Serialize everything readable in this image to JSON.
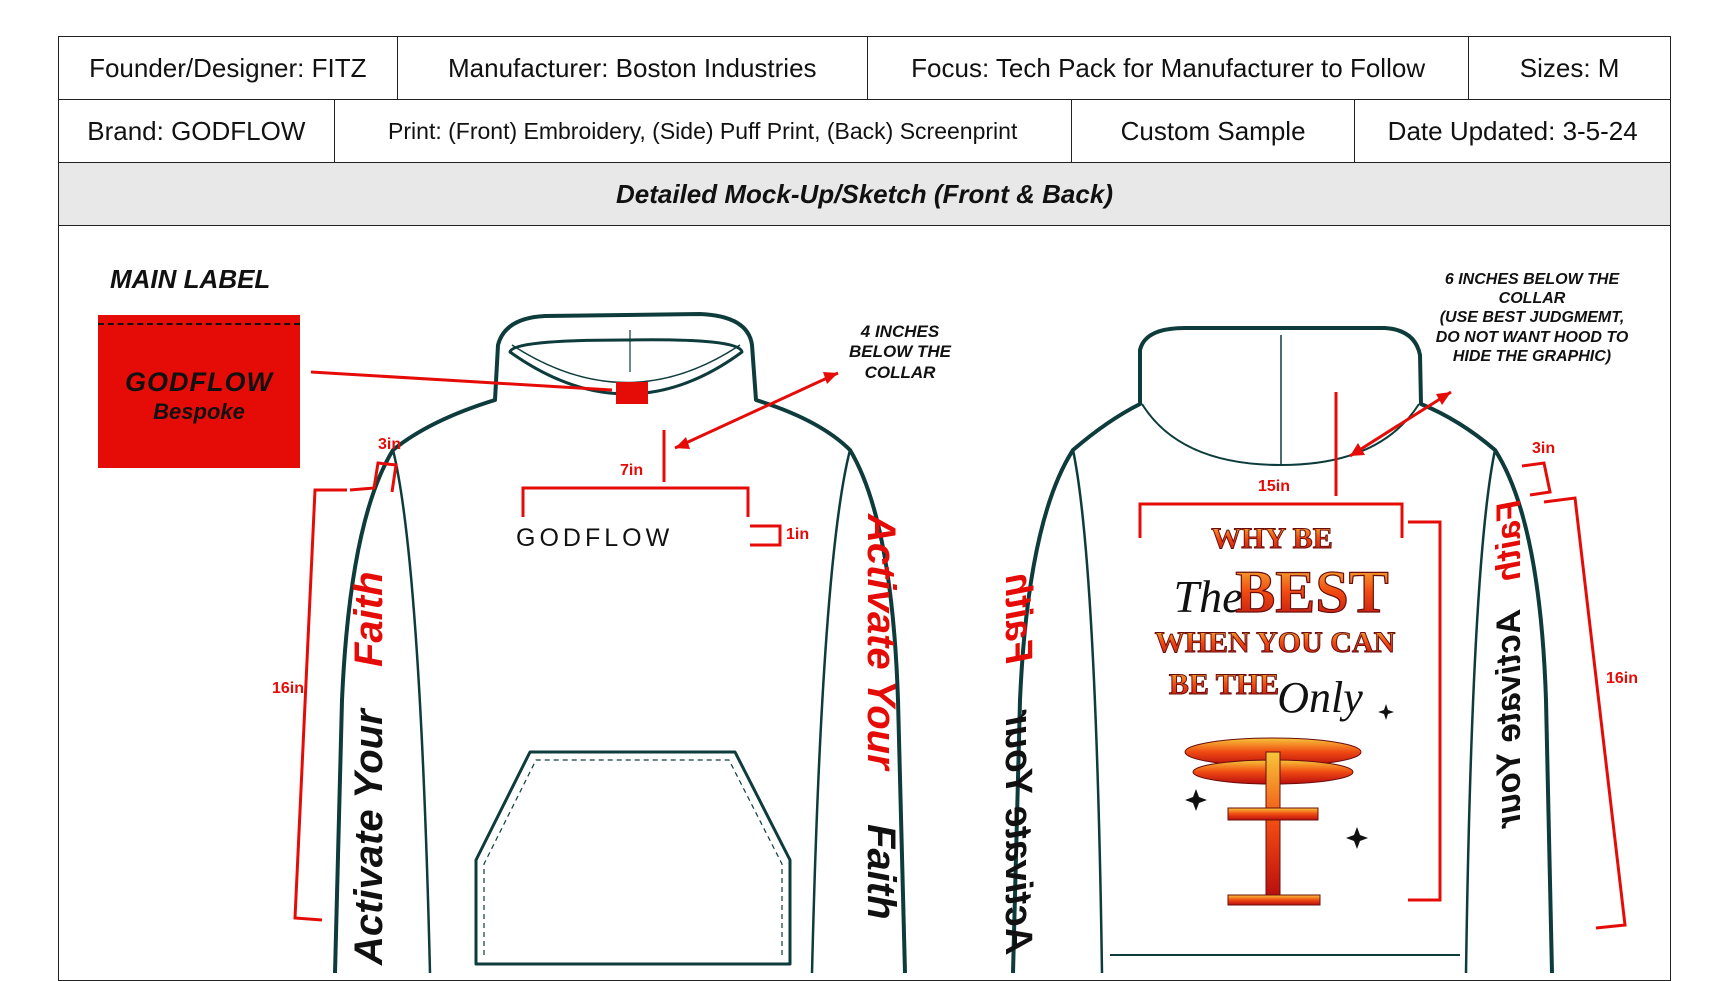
{
  "header": {
    "row1": [
      {
        "label": "Founder/Designer: FITZ"
      },
      {
        "label": "Manufacturer: Boston Industries"
      },
      {
        "label": "Focus: Tech Pack for Manufacturer to Follow"
      },
      {
        "label": "Sizes: M"
      }
    ],
    "row2": [
      {
        "label": "Brand: GODFLOW"
      },
      {
        "label": "Print: (Front) Embroidery, (Side) Puff Print, (Back) Screenprint"
      },
      {
        "label": "Custom Sample"
      },
      {
        "label": "Date Updated: 3-5-24"
      }
    ],
    "banner": "Detailed Mock-Up/Sketch (Front & Back)"
  },
  "main_label": {
    "heading": "MAIN LABEL",
    "tag_line1": "GODFLOW",
    "tag_line2": "Bespoke",
    "tag_color": "#e50c08"
  },
  "front": {
    "note": [
      "4 INCHES",
      "BELOW THE",
      "COLLAR"
    ],
    "chest_text": "GODFLOW",
    "width_label": "7in",
    "height_label": "1in",
    "sleeve_width_label": "3in",
    "sleeve_length_label": "16in",
    "sleeve_text_a": "Activate Your",
    "sleeve_text_b": "Faith"
  },
  "back": {
    "note": [
      "6 INCHES BELOW THE",
      "COLLAR",
      "(USE BEST JUDGMEMT,",
      "DO NOT WANT HOOD TO",
      "HIDE THE GRAPHIC)"
    ],
    "width_label": "15in",
    "sleeve_width_label": "3in",
    "sleeve_length_label": "16in",
    "graphic_lines": [
      "WHY BE",
      "The",
      "BEST",
      "WHEN YOU CAN",
      "BE THE",
      "Only"
    ],
    "sleeve_text_a": "Activate Your",
    "sleeve_text_b": "Faith"
  },
  "colors": {
    "outline": "#0e3b3b",
    "accent": "#e50c08",
    "banner_bg": "#e8e8e8"
  }
}
